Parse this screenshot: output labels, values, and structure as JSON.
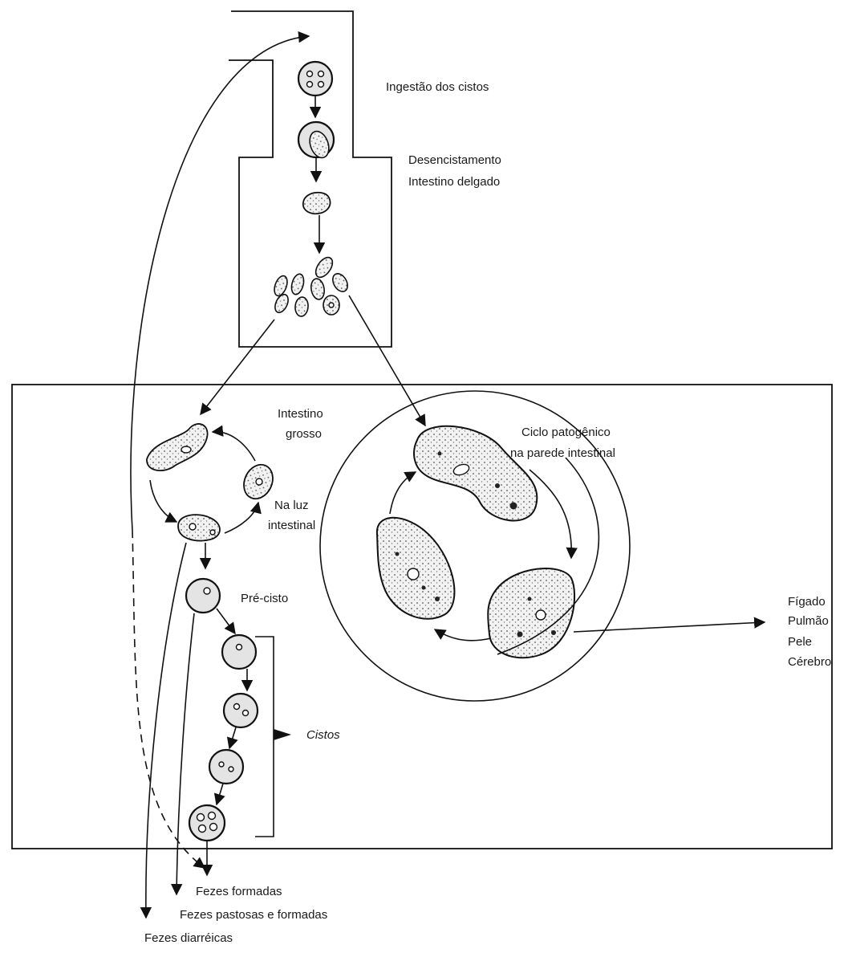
{
  "labels": {
    "ingestion": "Ingestão dos cistos",
    "excystation_1": "Desencistamento",
    "excystation_2": "Intestino delgado",
    "large_intestine_1": "Intestino",
    "large_intestine_2": "grosso",
    "lumen_1": "Na luz",
    "lumen_2": "intestinal",
    "precyst": "Pré-cisto",
    "cysts": "Cistos",
    "pathogenic_1": "Ciclo patogênico",
    "pathogenic_2": "na parede intestinal",
    "organs": [
      "Fígado",
      "Pulmão",
      "Pele",
      "Cérebro"
    ],
    "feces_formed": "Fezes formadas",
    "feces_pasty": "Fezes pastosas e formadas",
    "feces_diarrheic": "Fezes diarréicas"
  },
  "colors": {
    "ink": "#111111",
    "paper": "#ffffff",
    "stipple": "#ececec"
  }
}
